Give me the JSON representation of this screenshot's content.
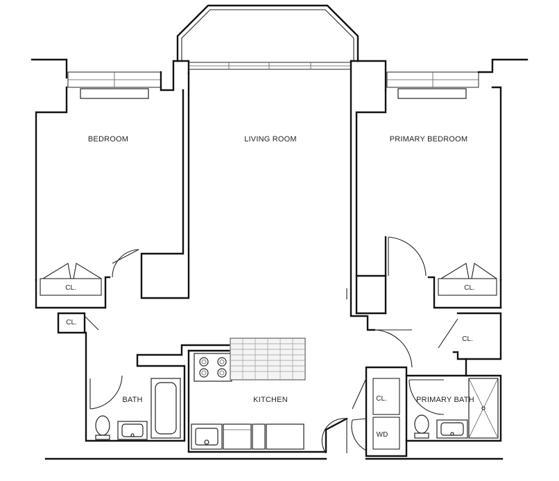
{
  "rooms": {
    "bedroom": "BEDROOM",
    "living_room": "LIVING ROOM",
    "primary_bedroom": "PRIMARY BEDROOM",
    "kitchen": "KITCHEN",
    "bath": "BATH",
    "primary_bath": "PRIMARY BATH",
    "closet_bedroom": "CL.",
    "closet_hall": "CL.",
    "closet_primary": "CL.",
    "closet_primary_bath": "CL.",
    "closet_laundry": "CL.",
    "washer_dryer": "WD"
  },
  "colors": {
    "wall": "#111111",
    "background": "#ffffff",
    "counter": "#f4f4f4"
  }
}
